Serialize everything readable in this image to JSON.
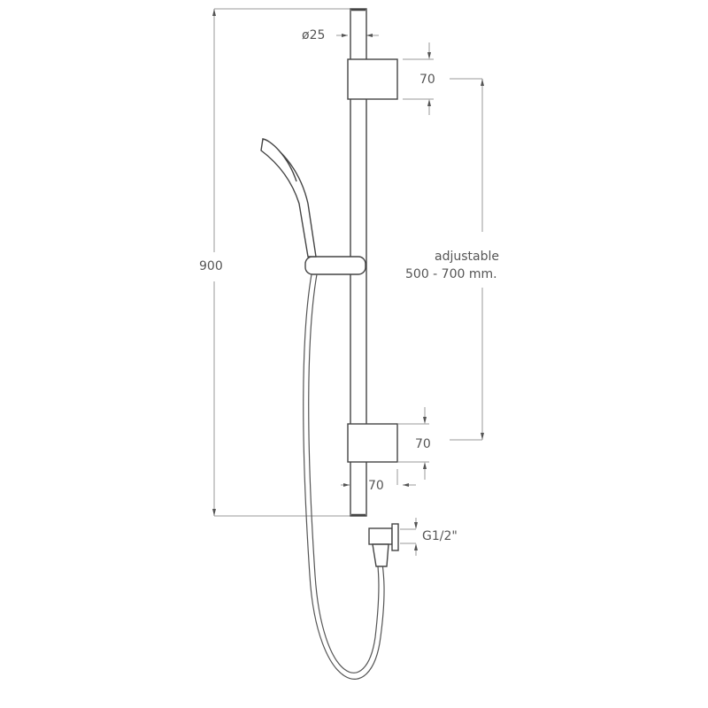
{
  "drawing": {
    "title": "Shower rail kit technical drawing",
    "dimensions": {
      "overall_height": "900",
      "rail_diameter": "ø25",
      "top_bracket_height": "70",
      "bottom_bracket_height": "70",
      "bracket_depth": "70",
      "adjustable_label": "adjustable",
      "adjustable_range": "500 - 700 mm.",
      "outlet_thread": "G1/2\""
    },
    "colors": {
      "line": "#444444",
      "dim_line": "#9a9a9a",
      "text": "#555555",
      "background": "#ffffff"
    }
  }
}
